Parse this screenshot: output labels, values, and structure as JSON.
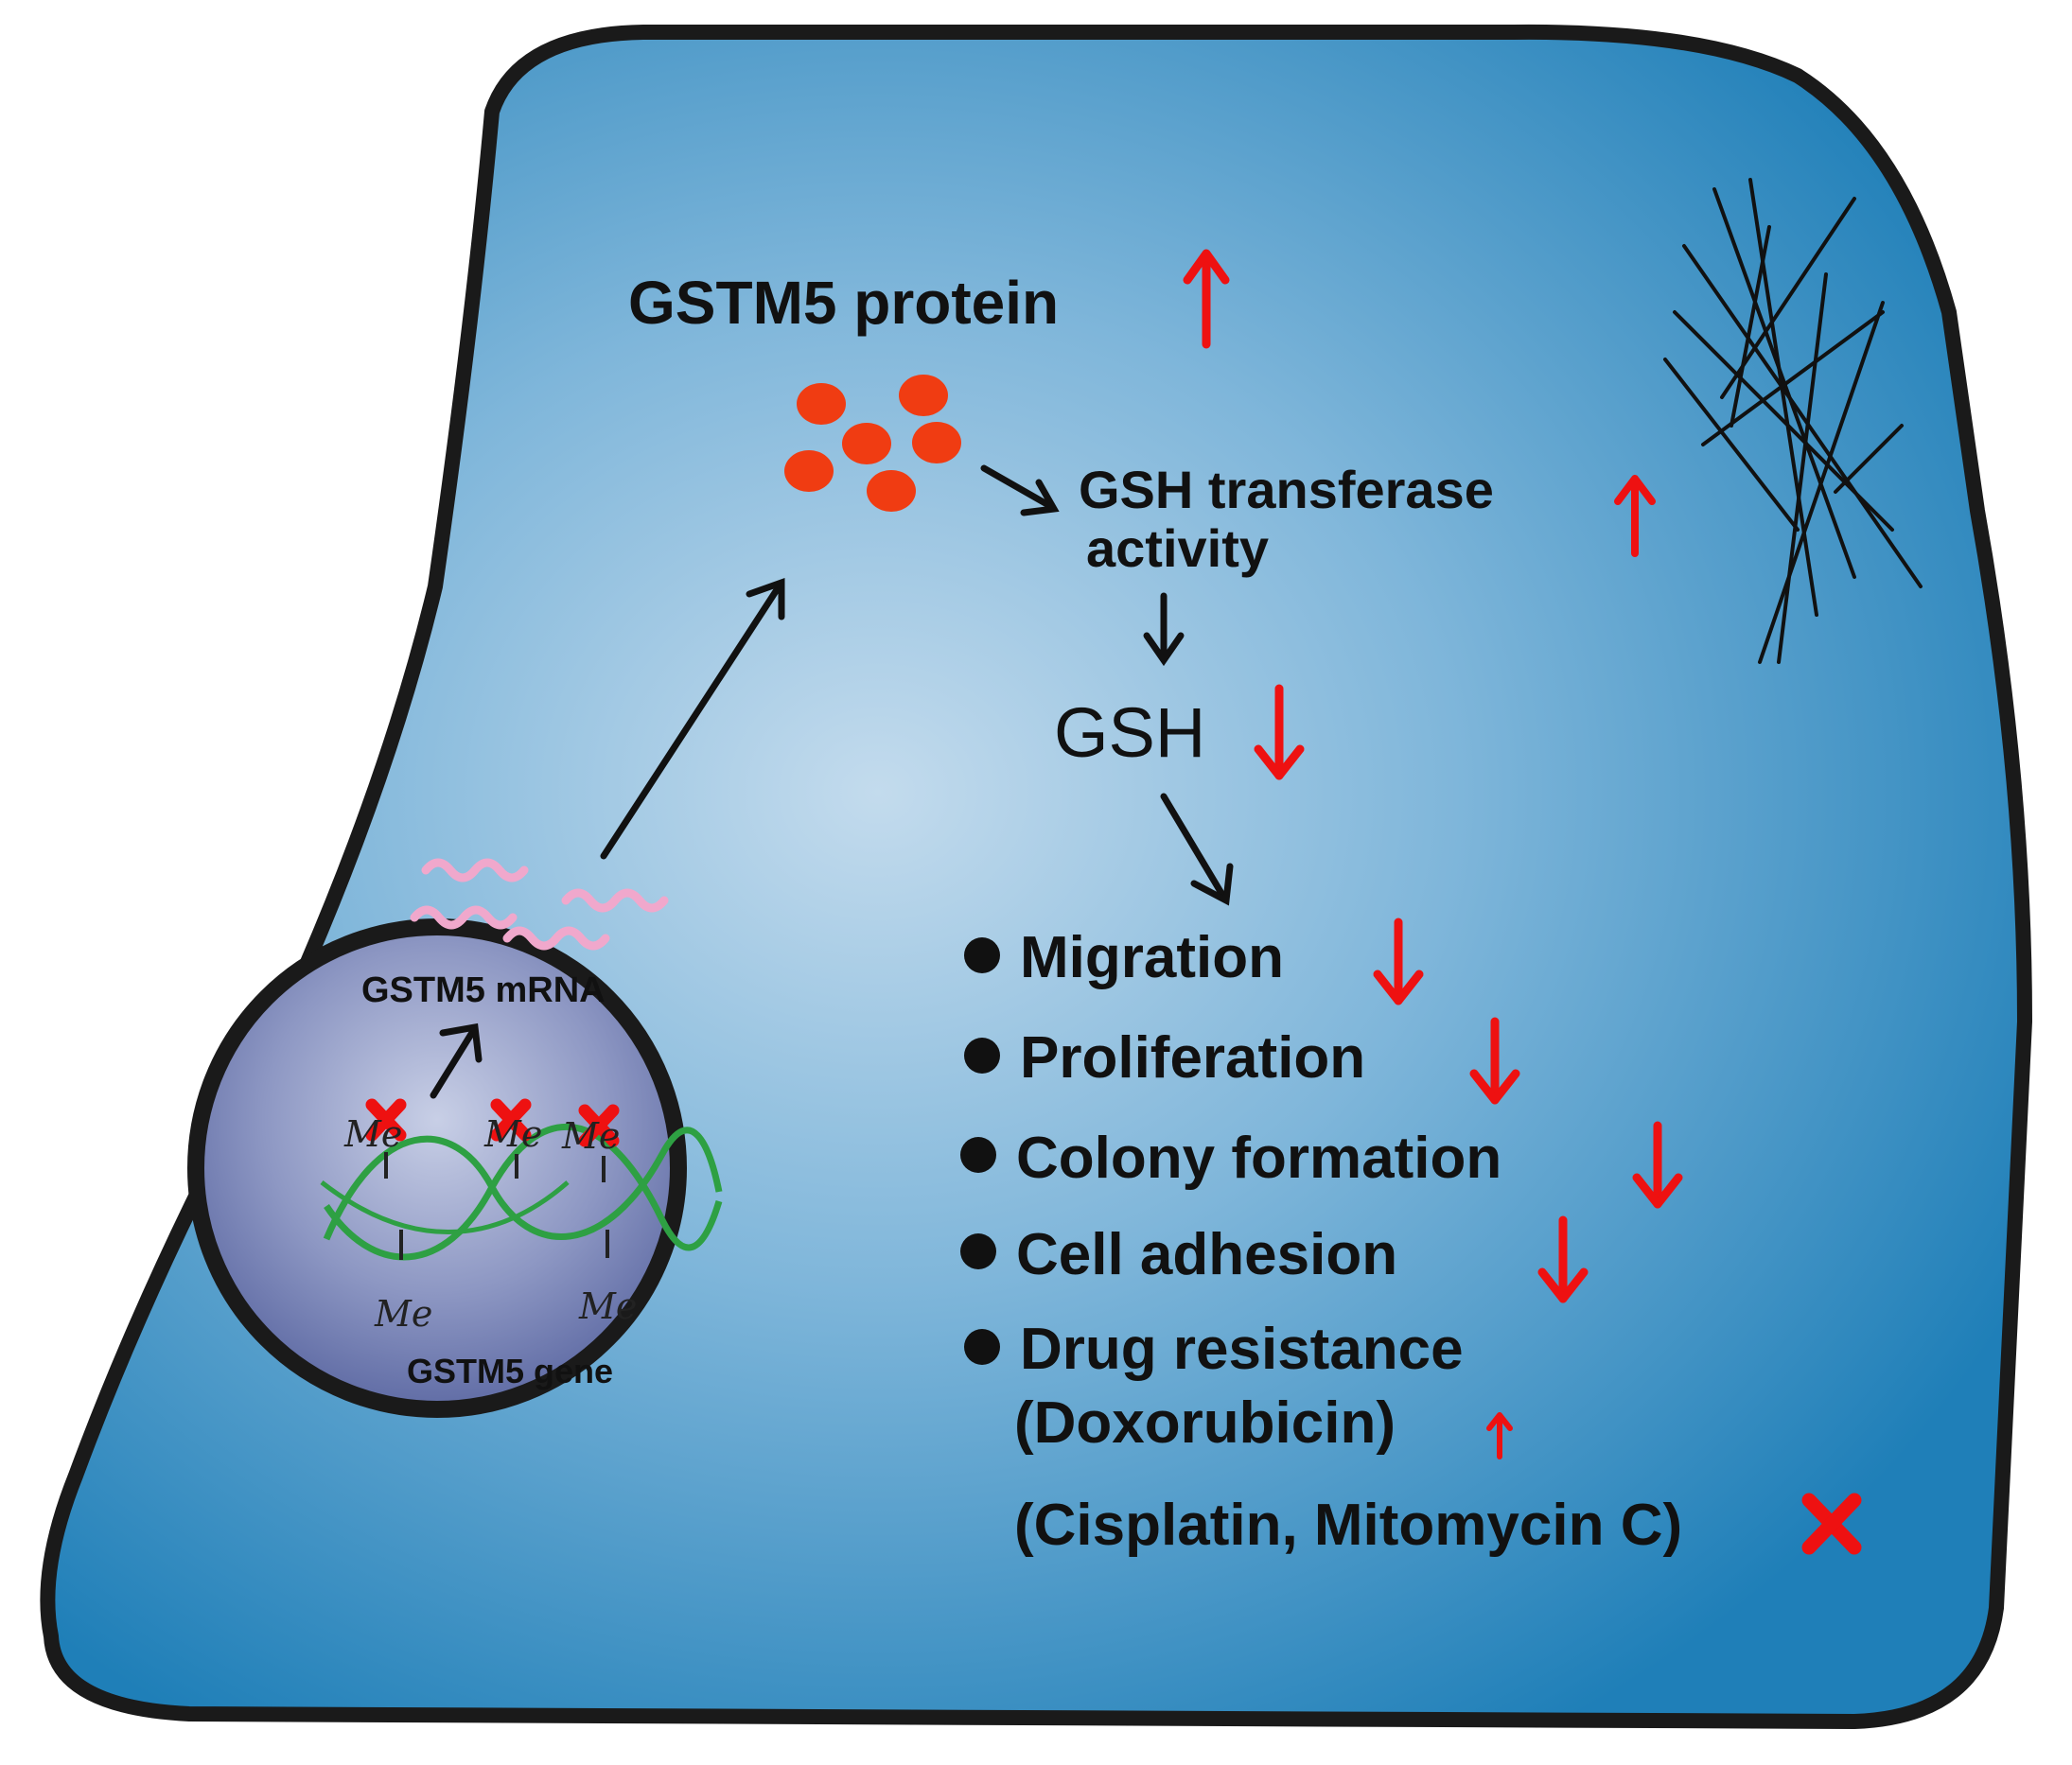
{
  "diagram": {
    "protein_label": "GSTM5 protein",
    "transferase_line1": "GSH transferase",
    "transferase_line2": "activity",
    "gsh_label": "GSH",
    "mrna_label": "GSTM5 mRNA",
    "gene_label": "GSTM5 gene",
    "methyl_marks": [
      "Me",
      "Me",
      "Me",
      "Me",
      "Me"
    ],
    "outcomes": [
      {
        "label": "Migration",
        "trend": "down"
      },
      {
        "label": "Proliferation",
        "trend": "down"
      },
      {
        "label": "Colony formation",
        "trend": "down"
      },
      {
        "label": "Cell adhesion",
        "trend": "down"
      },
      {
        "label": "Drug resistance",
        "trend": "none"
      }
    ],
    "drug_sublines": [
      {
        "label": "(Doxorubicin)",
        "effect": "up"
      },
      {
        "label": "(Cisplatin, Mitomycin C)",
        "effect": "no-effect"
      }
    ],
    "colors": {
      "cell_fill": "#1f7fb8",
      "cell_center": "#c3dbed",
      "outline": "#1a1a1a",
      "nucleus_fill": "#7b86b5",
      "protein_dots": "#f03c12",
      "trend_arrows": "#ee1111",
      "dna_strands": "#2ea043",
      "mrna_wiggles": "#f0a8cc"
    },
    "icons": [
      "up-arrow-icon",
      "down-arrow-icon",
      "no-effect-x-icon",
      "bullet-icon",
      "cytoskeleton-fibers-icon",
      "mrna-icon",
      "dna-helix-icon"
    ]
  }
}
